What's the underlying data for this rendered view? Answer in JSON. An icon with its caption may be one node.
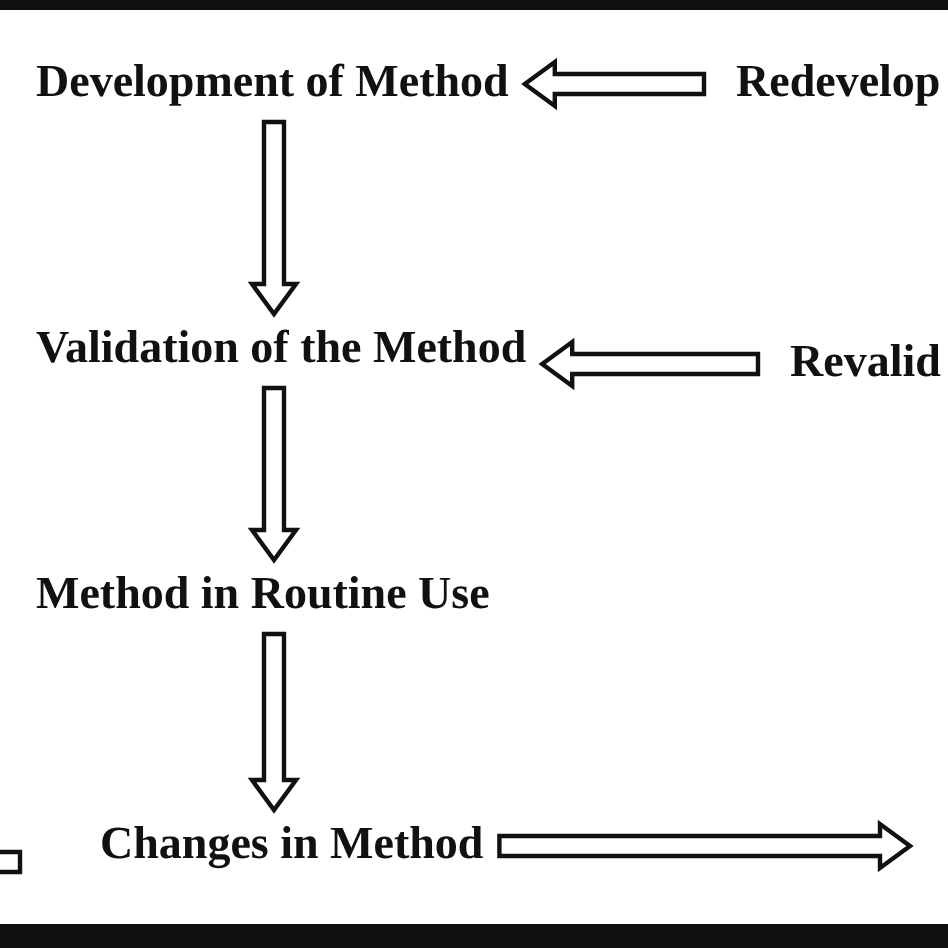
{
  "diagram": {
    "nodes": [
      {
        "text": [
          "Development of Method"
        ]
      },
      {
        "text": [
          "Redevelop"
        ]
      },
      {
        "text": [
          "Validation of the Method"
        ]
      },
      {
        "text": [
          "Revalid"
        ]
      },
      {
        "text": [
          "Method in Routine Use"
        ]
      },
      {
        "text": [
          "Changes in Method"
        ]
      }
    ],
    "edges": [
      {
        "from": 0,
        "to": 2,
        "arrow": "to"
      },
      {
        "from": 2,
        "to": 4,
        "arrow": "to"
      },
      {
        "from": 4,
        "to": 5,
        "arrow": "to"
      },
      {
        "from": 1,
        "to": 0,
        "arrow": "to"
      },
      {
        "from": 3,
        "to": 2,
        "arrow": "to"
      },
      {
        "from": 5,
        "to": null,
        "arrow": "to"
      }
    ]
  }
}
